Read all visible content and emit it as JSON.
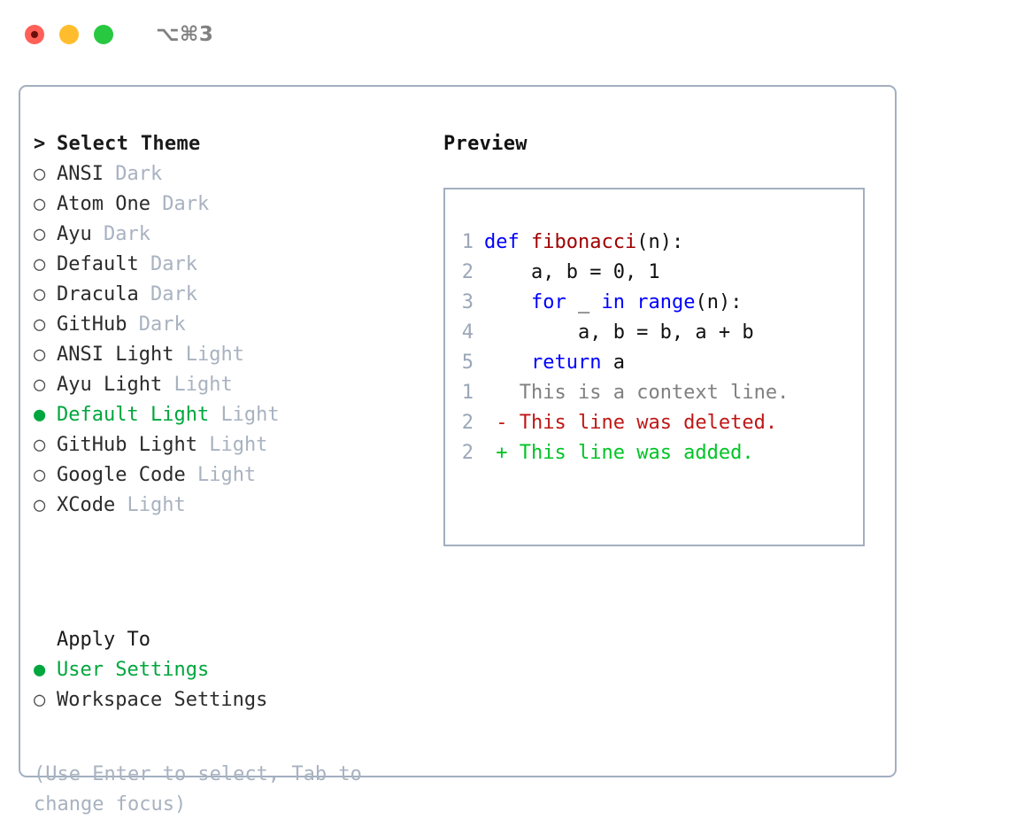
{
  "window": {
    "title": "⌥⌘3",
    "controls": [
      {
        "name": "close",
        "color": "#ff6058"
      },
      {
        "name": "minimize",
        "color": "#ffbd2e"
      },
      {
        "name": "zoom",
        "color": "#28c840"
      }
    ]
  },
  "colors": {
    "accent_green": "#00a63e",
    "muted": "#a8b2c0",
    "border": "#a3afc0",
    "keyword_blue": "#0000ff",
    "function_red": "#a00000",
    "diff_delete": "#c01616",
    "diff_add": "#00c425",
    "line_number": "#9ba7b8"
  },
  "theme_list": {
    "heading_marker": ">",
    "heading": "Select Theme",
    "marker_selected": "●",
    "marker_unselected": "○",
    "items": [
      {
        "marker": "○",
        "name": "ANSI",
        "kind": "Dark",
        "selected": false
      },
      {
        "marker": "○",
        "name": "Atom One",
        "kind": "Dark",
        "selected": false
      },
      {
        "marker": "○",
        "name": "Ayu",
        "kind": "Dark",
        "selected": false
      },
      {
        "marker": "○",
        "name": "Default",
        "kind": "Dark",
        "selected": false
      },
      {
        "marker": "○",
        "name": "Dracula",
        "kind": "Dark",
        "selected": false
      },
      {
        "marker": "○",
        "name": "GitHub",
        "kind": "Dark",
        "selected": false
      },
      {
        "marker": "○",
        "name": "ANSI Light",
        "kind": "Light",
        "selected": false
      },
      {
        "marker": "○",
        "name": "Ayu Light",
        "kind": "Light",
        "selected": false
      },
      {
        "marker": "●",
        "name": "Default Light",
        "kind": "Light",
        "selected": true
      },
      {
        "marker": "○",
        "name": "GitHub Light",
        "kind": "Light",
        "selected": false
      },
      {
        "marker": "○",
        "name": "Google Code",
        "kind": "Light",
        "selected": false
      },
      {
        "marker": "○",
        "name": "XCode",
        "kind": "Light",
        "selected": false
      }
    ]
  },
  "apply_to": {
    "label": "Apply To",
    "options": [
      {
        "marker": "●",
        "label": "User Settings",
        "selected": true
      },
      {
        "marker": "○",
        "label": "Workspace Settings",
        "selected": false
      }
    ]
  },
  "hint": "(Use Enter to select, Tab to change focus)",
  "preview": {
    "title": "Preview",
    "code_lines": [
      {
        "num": "1",
        "tokens": [
          {
            "t": "def",
            "c": "kw"
          },
          {
            "t": " ",
            "c": "plain"
          },
          {
            "t": "fibonacci",
            "c": "fn"
          },
          {
            "t": "(n):",
            "c": "plain"
          }
        ]
      },
      {
        "num": "2",
        "tokens": [
          {
            "t": "    a, b = 0, 1",
            "c": "plain"
          }
        ]
      },
      {
        "num": "3",
        "tokens": [
          {
            "t": "    ",
            "c": "plain"
          },
          {
            "t": "for",
            "c": "kw"
          },
          {
            "t": " _ ",
            "c": "plain"
          },
          {
            "t": "in",
            "c": "kw"
          },
          {
            "t": " ",
            "c": "plain"
          },
          {
            "t": "range",
            "c": "kw"
          },
          {
            "t": "(n):",
            "c": "plain"
          }
        ]
      },
      {
        "num": "4",
        "tokens": [
          {
            "t": "        a, b = b, a + b",
            "c": "plain"
          }
        ]
      },
      {
        "num": "5",
        "tokens": [
          {
            "t": "    ",
            "c": "plain"
          },
          {
            "t": "return",
            "c": "kw"
          },
          {
            "t": " a",
            "c": "plain"
          }
        ]
      }
    ],
    "diff_lines": [
      {
        "num": "1",
        "sign": " ",
        "text": "This is a context line.",
        "kind": "ctx"
      },
      {
        "num": "2",
        "sign": "-",
        "text": "This line was deleted.",
        "kind": "del"
      },
      {
        "num": "2",
        "sign": "+",
        "text": "This line was added.",
        "kind": "add"
      }
    ]
  }
}
